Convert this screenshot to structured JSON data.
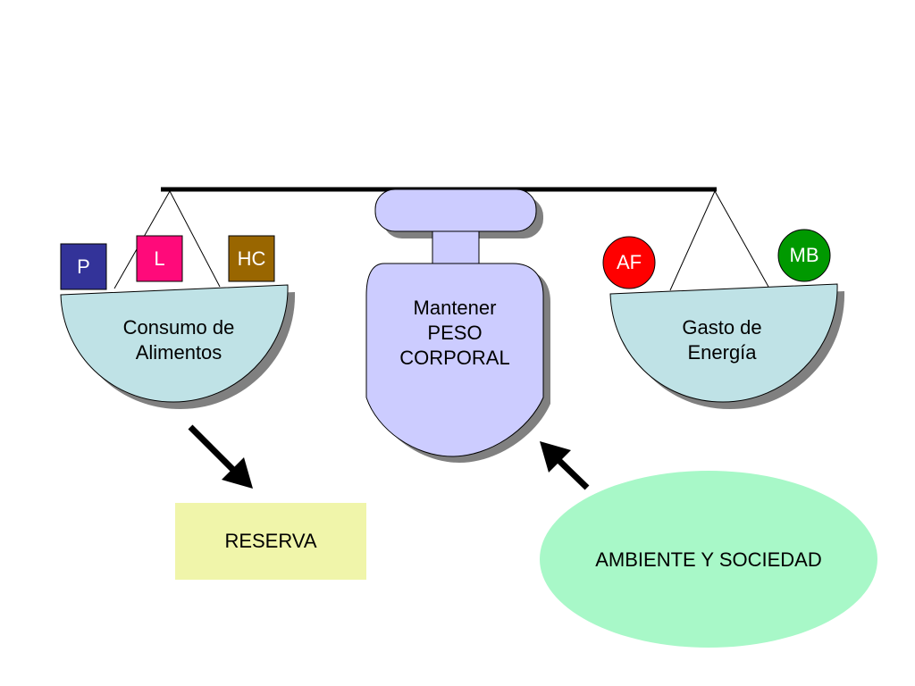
{
  "left_pan": {
    "line1": "Consumo de",
    "line2": "Alimentos",
    "fill": "#bfe2e6",
    "weights": [
      {
        "label": "P",
        "color": "#333399"
      },
      {
        "label": "L",
        "color": "#ff0a7a"
      },
      {
        "label": "HC",
        "color": "#996600"
      }
    ]
  },
  "right_pan": {
    "line1": "Gasto de",
    "line2": "Energía",
    "fill": "#bfe2e6",
    "weights": [
      {
        "label": "AF",
        "color": "#ff0000"
      },
      {
        "label": "MB",
        "color": "#009900"
      }
    ]
  },
  "center": {
    "line1": "Mantener",
    "line2": "PESO",
    "line3": "CORPORAL",
    "fill": "#ccccff"
  },
  "reserva": {
    "label": "RESERVA",
    "fill": "#f0f5aa"
  },
  "ambiente": {
    "label": "AMBIENTE Y SOCIEDAD",
    "fill": "#a8f8c8"
  },
  "colors": {
    "beam": "#000000",
    "shadow": "#808080",
    "outline": "#000000"
  }
}
